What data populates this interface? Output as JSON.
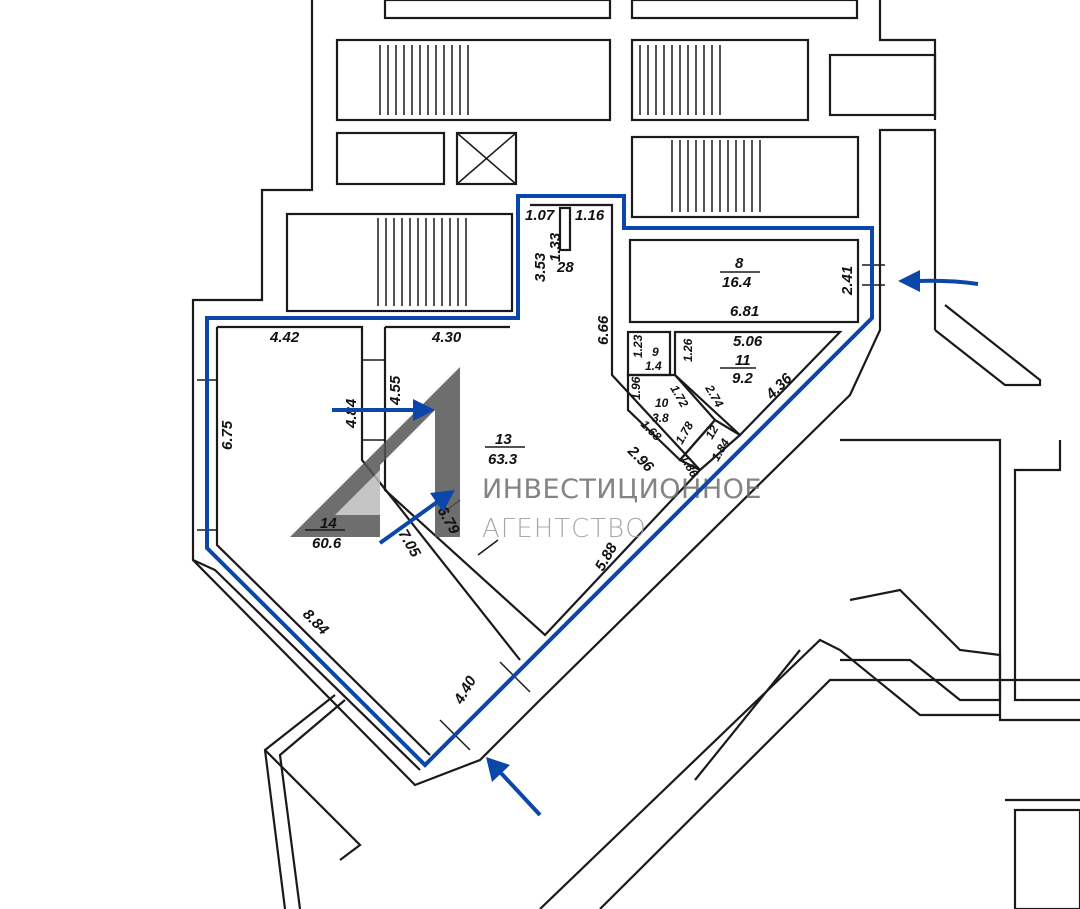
{
  "rooms": {
    "r8": {
      "number": "8",
      "area": "16.4"
    },
    "r9": {
      "number": "9",
      "area": "1.4"
    },
    "r10": {
      "number": "10",
      "area": "3.8"
    },
    "r11": {
      "number": "11",
      "area": "9.2"
    },
    "r12": {
      "number": "12",
      "area": "1.84"
    },
    "r13": {
      "number": "13",
      "area": "63.3"
    },
    "r14": {
      "number": "14",
      "area": "60.6"
    },
    "r28": {
      "number": "28"
    }
  },
  "dimensions": [
    "1.07",
    "1.16",
    "1.33",
    "3.53",
    "2.41",
    "6.81",
    "6.66",
    "5.06",
    "1.23",
    "1.26",
    "4.36",
    "1.96",
    "1.72",
    "2.74",
    "1.78",
    "1.68",
    "1.86",
    "2.96",
    "4.42",
    "4.30",
    "4.55",
    "4.84",
    "6.75",
    "7.05",
    "6.79",
    "5.88",
    "8.84",
    "4.40"
  ],
  "watermark": {
    "line1": "ИНВЕСТИЦИОННОЕ",
    "line2": "АГЕНТСТВО"
  },
  "colors": {
    "outline": "#0b47a8",
    "walls": "#1a1a1a",
    "logo": "#555555"
  }
}
